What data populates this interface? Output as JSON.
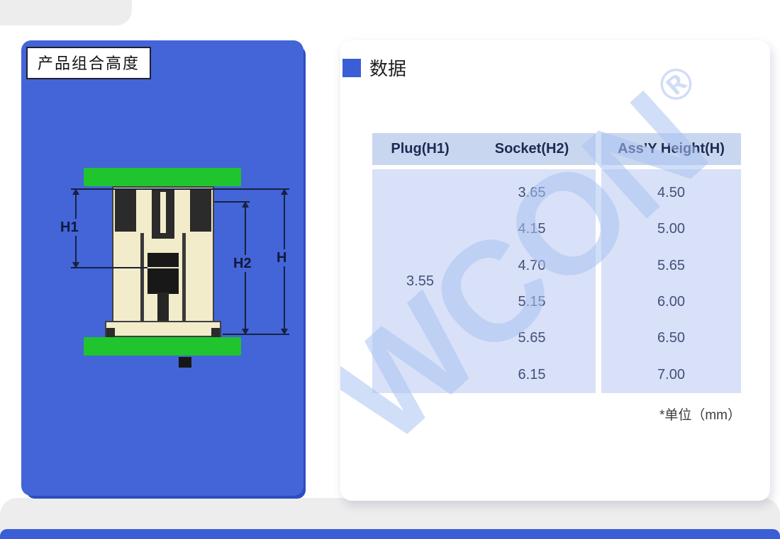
{
  "page": {
    "left_panel": {
      "title": "产品组合高度",
      "labels": {
        "h1": "H1",
        "h2": "H2",
        "h": "H"
      }
    },
    "right_panel": {
      "section_title": "数据",
      "watermark": {
        "text": "WCON",
        "reg": "®"
      },
      "table": {
        "headers": {
          "plug": "Plug(H1)",
          "socket": "Socket(H2)",
          "assy": "Ass’Y Height(H)"
        },
        "plug_value": "3.55",
        "rows": [
          {
            "socket": "3.65",
            "assy": "4.50"
          },
          {
            "socket": "4.15",
            "assy": "5.00"
          },
          {
            "socket": "4.70",
            "assy": "5.65"
          },
          {
            "socket": "5.15",
            "assy": "6.00"
          },
          {
            "socket": "5.65",
            "assy": "6.50"
          },
          {
            "socket": "6.15",
            "assy": "7.00"
          }
        ],
        "unit_note": "*单位（mm）"
      }
    },
    "colors": {
      "panel_blue": "#4365d8",
      "panel_shadow_blue": "#2d4dc0",
      "pcb_green": "#1fc42e",
      "connector_cream": "#f2ecca",
      "connector_dark": "#2b2b2b",
      "table_header_bg": "#c9d6ef",
      "table_body_bg": "#d8e1f7",
      "accent_blue": "#3a5ed6",
      "watermark_blue": "#aac3ee",
      "bottom_bar_blue": "#3a5ed6",
      "deco_gray": "#ededed",
      "dimension_line": "#182142"
    }
  }
}
